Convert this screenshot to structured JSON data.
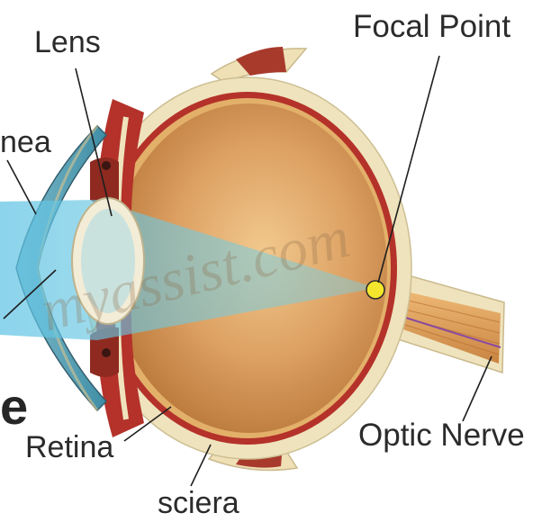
{
  "labels": {
    "focal_point": "Focal Point",
    "lens": "Lens",
    "cornea_partial": "nea",
    "retina": "Retina",
    "sclera": "sciera",
    "optic_nerve": "Optic Nerve",
    "edge_letter": "e"
  },
  "watermark": "myassist.com",
  "colors": {
    "sclera": "#efe3bd",
    "choroid": "#b4322a",
    "vitreous": "#d89a57",
    "light_beam": "#63bcd8",
    "focal_dot": "#f4e62c",
    "muscle": "#a83a2c",
    "nerve": "#e0a25c",
    "label_text": "#2b2b2b"
  }
}
